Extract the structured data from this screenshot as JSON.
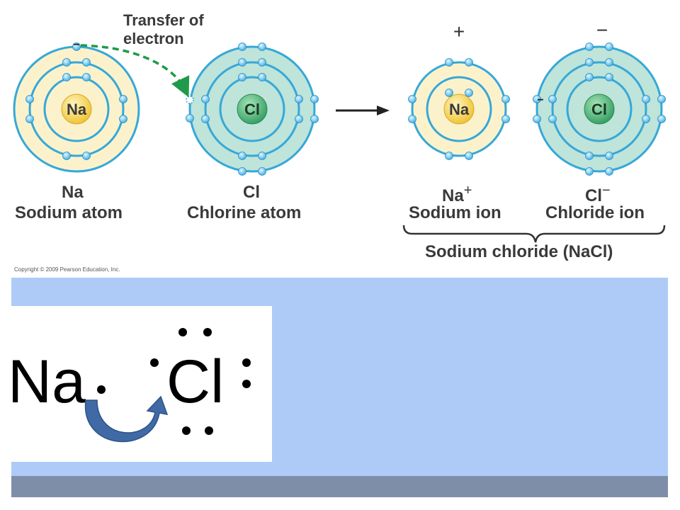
{
  "transfer_label_line1": "Transfer of",
  "transfer_label_line2": "electron",
  "atoms": {
    "na_symbol": "Na",
    "cl_symbol": "Cl",
    "na_label": "Na",
    "na_name": "Sodium atom",
    "cl_label": "Cl",
    "cl_name": "Chlorine atom"
  },
  "ions": {
    "na_charge": "+",
    "cl_charge": "−",
    "na_label": "Na",
    "na_label_charge": "+",
    "na_name": "Sodium ion",
    "cl_label": "Cl",
    "cl_label_charge": "−",
    "cl_name": "Chloride ion",
    "electron_minus_small": "−",
    "compound_name": "Sodium chloride (NaCl)"
  },
  "copyright": "Copyright © 2009 Pearson Education, Inc.",
  "lewis": {
    "na": "Na",
    "cl": "Cl"
  },
  "colors": {
    "sodium_fill": "#fbf2cc",
    "sodium_nucleus": "#f3cd3c",
    "chlorine_fill": "#bfe4da",
    "chlorine_nucleus": "#4bb37a",
    "shell_stroke": "#36a8d8",
    "electron": "#5cc0ea",
    "transfer_arrow": "#1f9a4a",
    "panel_blue": "#aecbf7",
    "panel_gray": "#7f8ea8",
    "curved_arrow": "#3f6aa6"
  }
}
